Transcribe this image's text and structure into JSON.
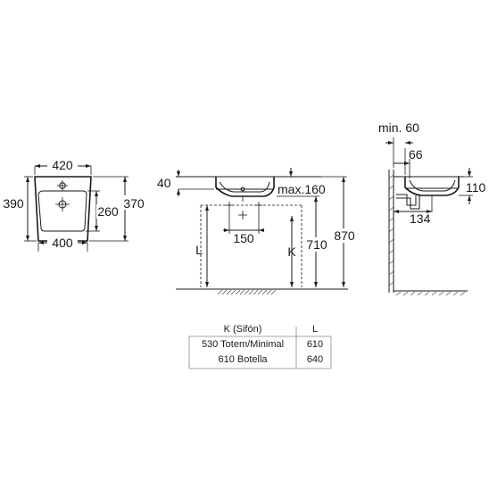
{
  "top_view": {
    "width_top": "420",
    "width_bottom": "400",
    "height_left": "390",
    "inner_height": "260",
    "height_right": "370"
  },
  "front_view": {
    "rim_height": "40",
    "max_depth": "max.160",
    "outlet_spacing": "150",
    "label_l": "L",
    "label_k": "K",
    "height_710": "710",
    "height_870": "870"
  },
  "side_view": {
    "min_wall": "min. 60",
    "wall_offset": "66",
    "bowl_height": "110",
    "drain_offset": "134"
  },
  "siphon_table": {
    "headers": [
      "K (Sifón)",
      "L"
    ],
    "rows": [
      [
        "530 Totem/Minimal",
        "610"
      ],
      [
        "610 Botella",
        "640"
      ]
    ]
  }
}
